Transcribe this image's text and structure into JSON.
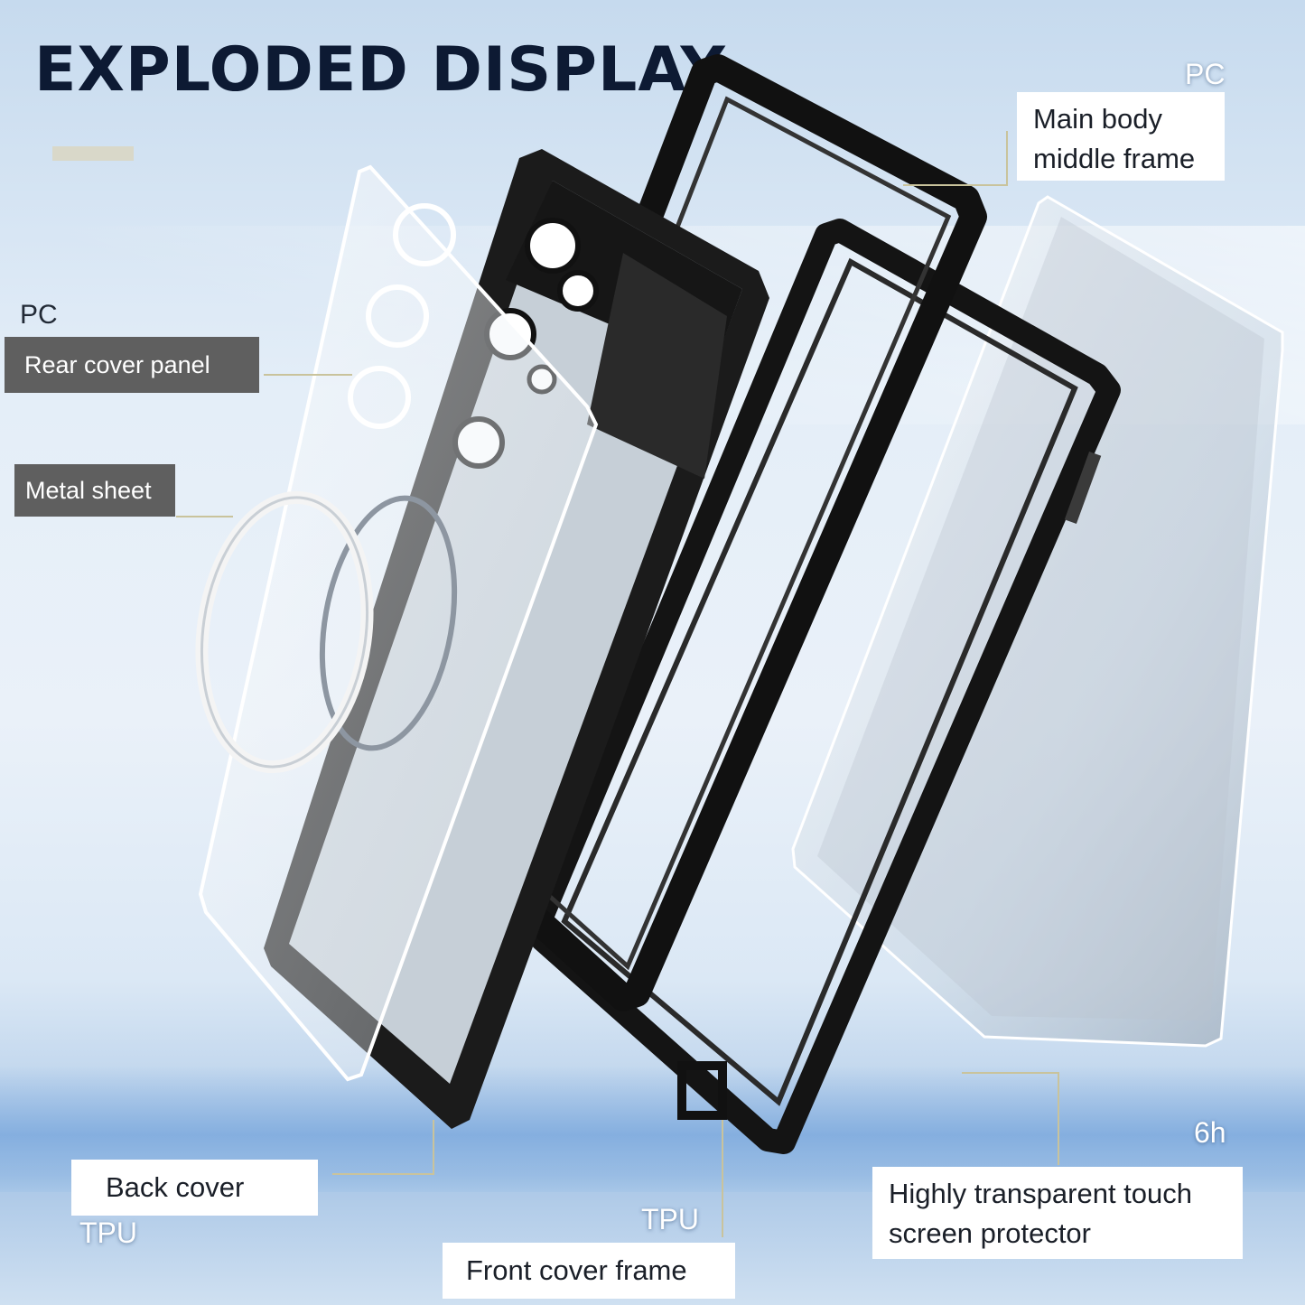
{
  "headline": "EXPLODED DISPLAY",
  "callouts": {
    "main_body": {
      "material": "PC",
      "line1": "Main body",
      "line2": "middle frame"
    },
    "rear_cover": {
      "material": "PC",
      "label": "Rear cover panel"
    },
    "metal_sheet": {
      "label": "Metal sheet"
    },
    "back_cover": {
      "label": "Back cover",
      "material": "TPU"
    },
    "front_cover": {
      "label": "Front cover frame",
      "material": "TPU"
    },
    "screen_protector": {
      "material": "6h",
      "line1": "Highly transparent touch",
      "line2": "screen protector"
    }
  },
  "colors": {
    "headline": "#0d1a33",
    "label_dark_bg": "#5f5f5f",
    "label_light_bg": "#ffffff",
    "frame_black": "#141414"
  }
}
